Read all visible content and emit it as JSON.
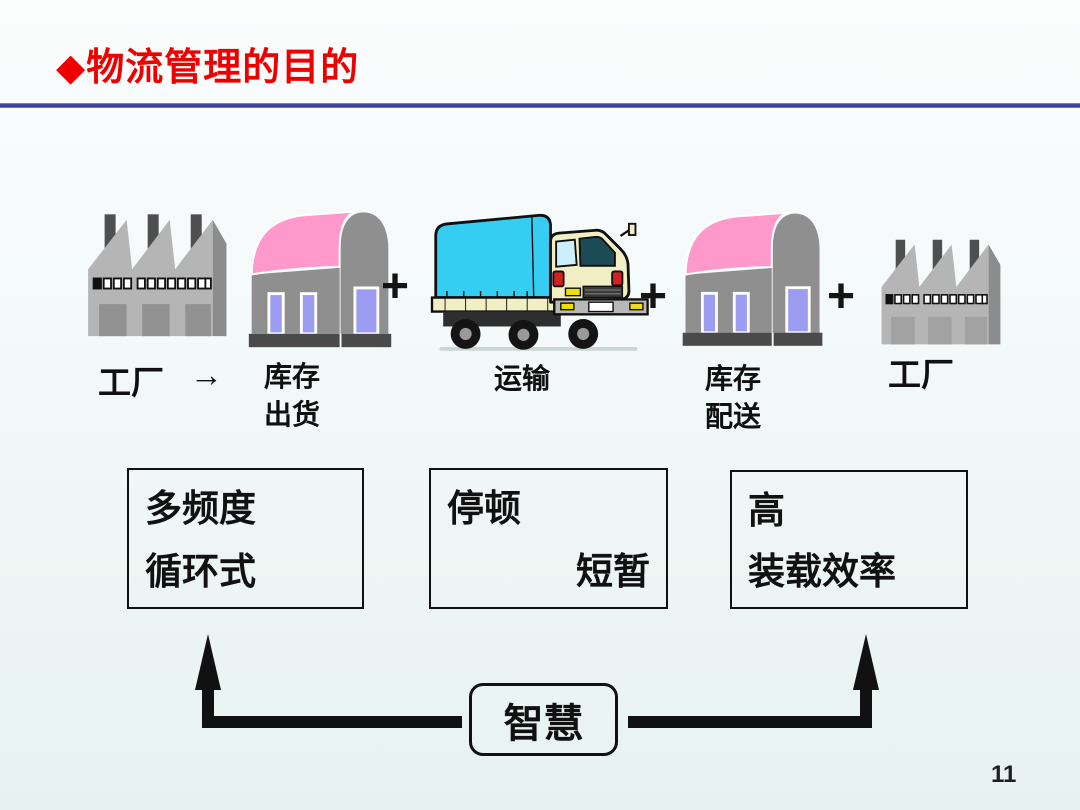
{
  "header": {
    "title": "◆物流管理的目的"
  },
  "flow": {
    "plus": "+",
    "arrow": "→",
    "factory_left_label": "工厂",
    "warehouse_shipping_label1": "库存",
    "warehouse_shipping_label2": "出货",
    "truck_label": "运输",
    "warehouse_distribution_label1": "库存",
    "warehouse_distribution_label2": "配送",
    "factory_right_label": "工厂"
  },
  "boxes": {
    "frequency": {
      "line1": "多频度",
      "line2": "循环式"
    },
    "stop": {
      "line1": "停顿",
      "line2": "短暂"
    },
    "load": {
      "line1": "高",
      "line2": "装载效率"
    }
  },
  "wisdom_label": "智慧",
  "page_number": "11",
  "colors": {
    "title_red": "#ee0000",
    "divider_blue": "#3d3d9e",
    "roof_pink": "#ff99cc",
    "door_lavender": "#9c9cf0",
    "tarp_cyan": "#35cdf2",
    "cab_cream": "#f2eec4",
    "factory_gray": "#b5b5b5",
    "arrow_black": "#111111"
  }
}
